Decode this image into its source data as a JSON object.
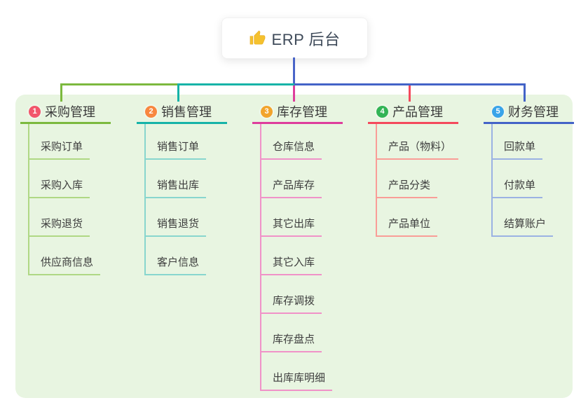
{
  "root": {
    "title": "ERP 后台",
    "icon": "thumbs-up"
  },
  "colors": {
    "page_bg": "#FFFFFF",
    "panel_bg": "#E8F5E1",
    "root_connector": "#4964C8",
    "text": "#3D3D3D",
    "root_text": "#3E4A59",
    "thumb_icon": "#F5C12E"
  },
  "branches": [
    {
      "index": "1",
      "label": "采购管理",
      "badge_color": "#F2566B",
      "line_color": "#7CB93E",
      "child_line_color": "#AFD884",
      "children": [
        "采购订单",
        "采购入库",
        "采购退货",
        "供应商信息"
      ]
    },
    {
      "index": "2",
      "label": "销售管理",
      "badge_color": "#F8873F",
      "line_color": "#16B3A8",
      "child_line_color": "#88D6CE",
      "children": [
        "销售订单",
        "销售出库",
        "销售退货",
        "客户信息"
      ]
    },
    {
      "index": "3",
      "label": "库存管理",
      "badge_color": "#F2A42C",
      "line_color": "#DE3D9C",
      "child_line_color": "#F092C8",
      "children": [
        "仓库信息",
        "产品库存",
        "其它出库",
        "其它入库",
        "库存调拨",
        "库存盘点",
        "出库库明细"
      ]
    },
    {
      "index": "4",
      "label": "产品管理",
      "badge_color": "#33B456",
      "line_color": "#F4495C",
      "child_line_color": "#F99D97",
      "children": [
        "产品（物料）",
        "产品分类",
        "产品单位"
      ]
    },
    {
      "index": "5",
      "label": "财务管理",
      "badge_color": "#3AA4E9",
      "line_color": "#4363C7",
      "child_line_color": "#9BB2E3",
      "children": [
        "回款单",
        "付款单",
        "结算账户"
      ]
    }
  ]
}
